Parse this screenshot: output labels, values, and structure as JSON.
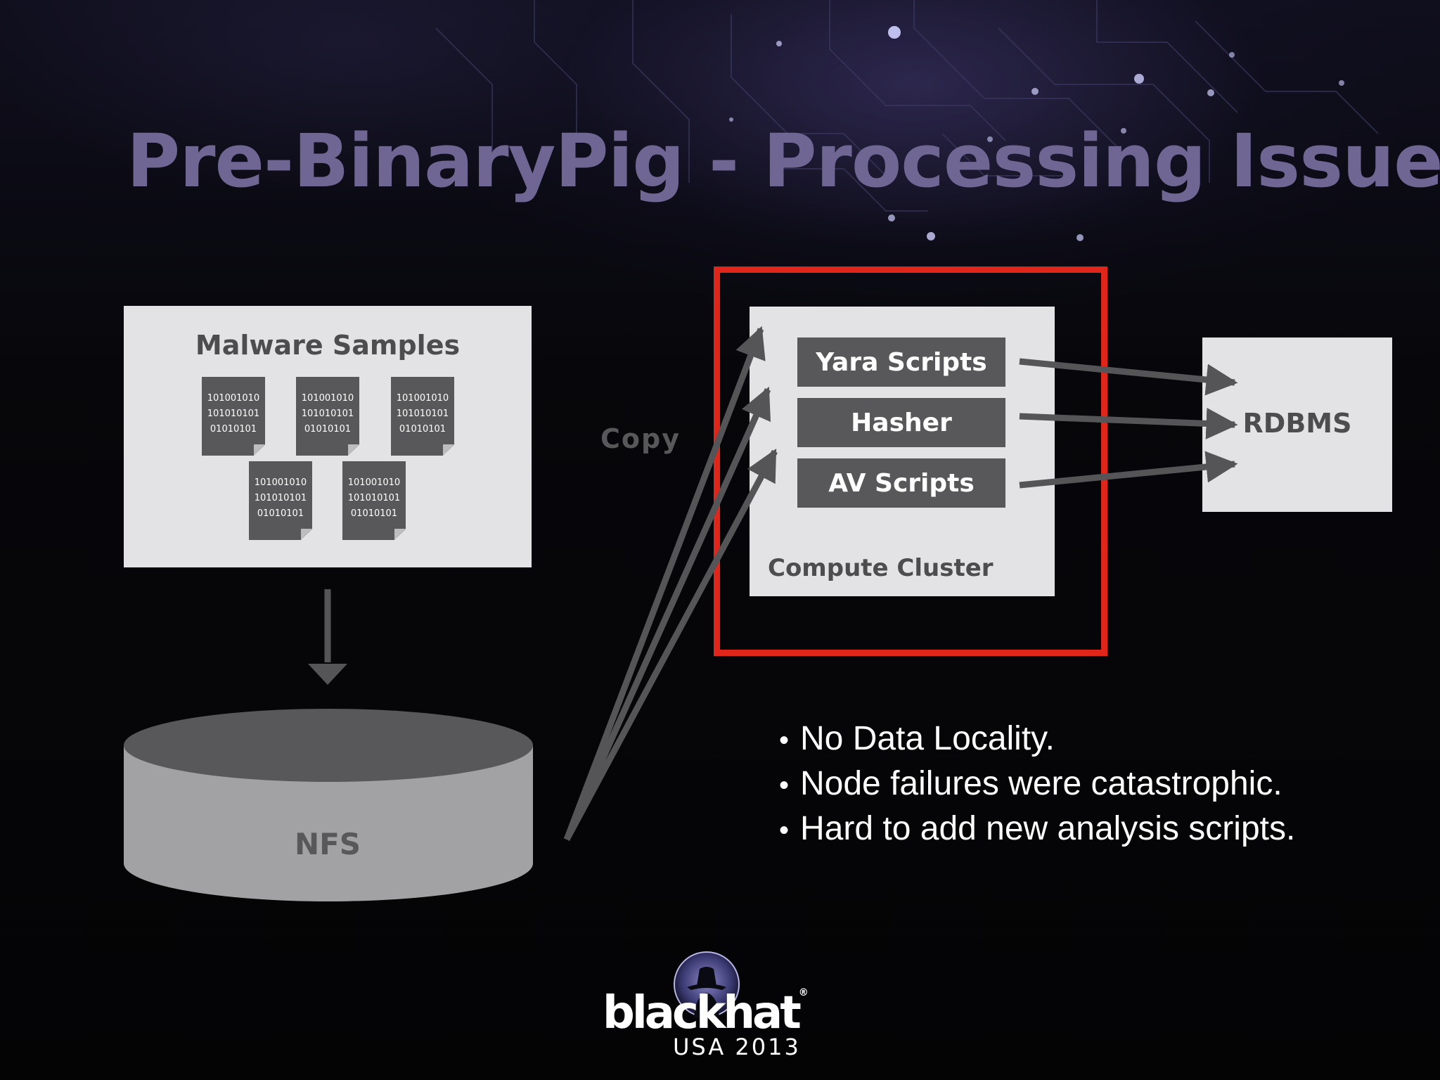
{
  "slide": {
    "title": "Pre-BinaryPig - Processing Issues"
  },
  "diagram": {
    "malware_box": {
      "label": "Malware Samples",
      "documents": [
        {
          "lines": [
            "101001010",
            "101010101",
            "01010101"
          ]
        },
        {
          "lines": [
            "101001010",
            "101010101",
            "01010101"
          ]
        },
        {
          "lines": [
            "101001010",
            "101010101",
            "01010101"
          ]
        },
        {
          "lines": [
            "101001010",
            "101010101",
            "01010101"
          ]
        },
        {
          "lines": [
            "101001010",
            "101010101",
            "01010101"
          ]
        }
      ]
    },
    "nfs": {
      "label": "NFS"
    },
    "copy_label": "Copy",
    "compute_cluster": {
      "label": "Compute Cluster",
      "highlight_color": "#e0251b",
      "scripts": [
        "Yara Scripts",
        "Hasher",
        "AV Scripts"
      ]
    },
    "rdbms": {
      "label": "RDBMS"
    }
  },
  "bullets": [
    "No Data Locality.",
    "Node failures were catastrophic.",
    "Hard to add new analysis scripts."
  ],
  "logo": {
    "brand": "blackhat",
    "event": "USA 2013"
  },
  "colors": {
    "title": "#6f6694",
    "box_fill": "#e3e3e6",
    "dark_box": "#58585a",
    "arrow": "#555557"
  }
}
